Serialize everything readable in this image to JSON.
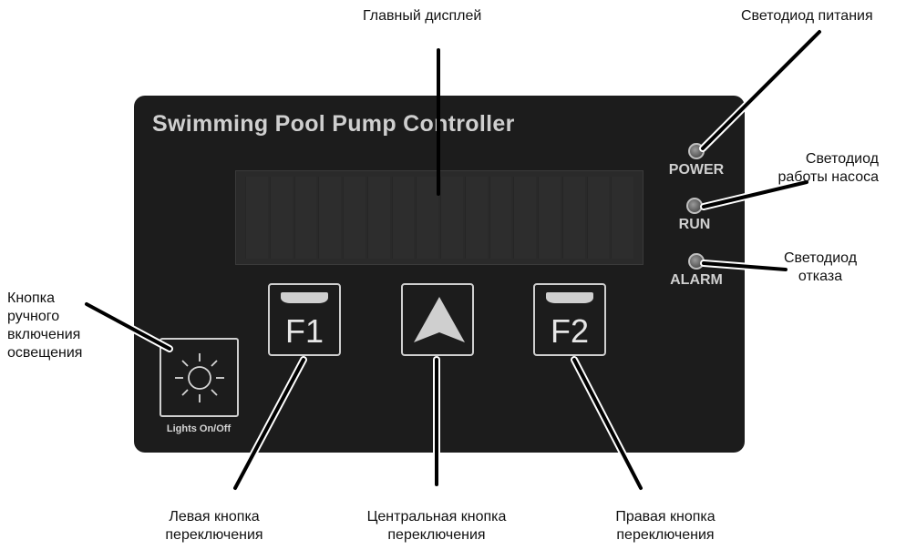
{
  "panel": {
    "title": "Swimming Pool Pump Controller",
    "f1_label": "F1",
    "f2_label": "F2",
    "lights_label": "Lights On/Off",
    "leds": [
      {
        "label": "POWER"
      },
      {
        "label": "RUN"
      },
      {
        "label": "ALARM"
      }
    ],
    "icons": [
      "sun-icon",
      "up-arrow-icon"
    ]
  },
  "callouts": {
    "main_display": "Главный дисплей",
    "power_led": "Светодиод питания",
    "run_led": [
      "Светодиод",
      "работы насоса"
    ],
    "alarm_led": [
      "Светодиод",
      "отказа"
    ],
    "lights_button": [
      "Кнопка",
      "ручного",
      "включения",
      "освещения"
    ],
    "left_button": [
      "Левая кнопка",
      "переключения"
    ],
    "center_button": [
      "Центральная кнопка",
      "переключения"
    ],
    "right_button": [
      "Правая кнопка",
      "переключения"
    ]
  },
  "colors": {
    "panel": "#1c1c1c",
    "panel_text": "#cfcfcf",
    "display": "#2a2a2a",
    "callout_text": "#111111"
  }
}
